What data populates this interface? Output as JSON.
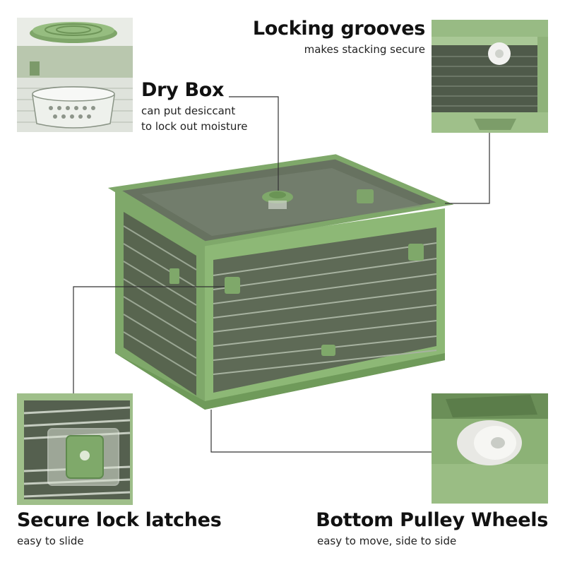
{
  "features": {
    "dry_box": {
      "title": "Dry Box",
      "desc_line1": "can put desiccant",
      "desc_line2": "to lock out moisture"
    },
    "locking_grooves": {
      "title": "Locking grooves",
      "desc": "makes stacking secure"
    },
    "lock_latches": {
      "title": "Secure lock latches",
      "desc": "easy to slide"
    },
    "pulley_wheels": {
      "title": "Bottom Pulley Wheels",
      "desc": "easy to move, side to side"
    }
  },
  "colors": {
    "box_green": "#8fb878",
    "dark_green": "#5f8a4e",
    "smoke_panel": "#6d7a66",
    "callout_line": "#333333",
    "text": "#111111"
  }
}
